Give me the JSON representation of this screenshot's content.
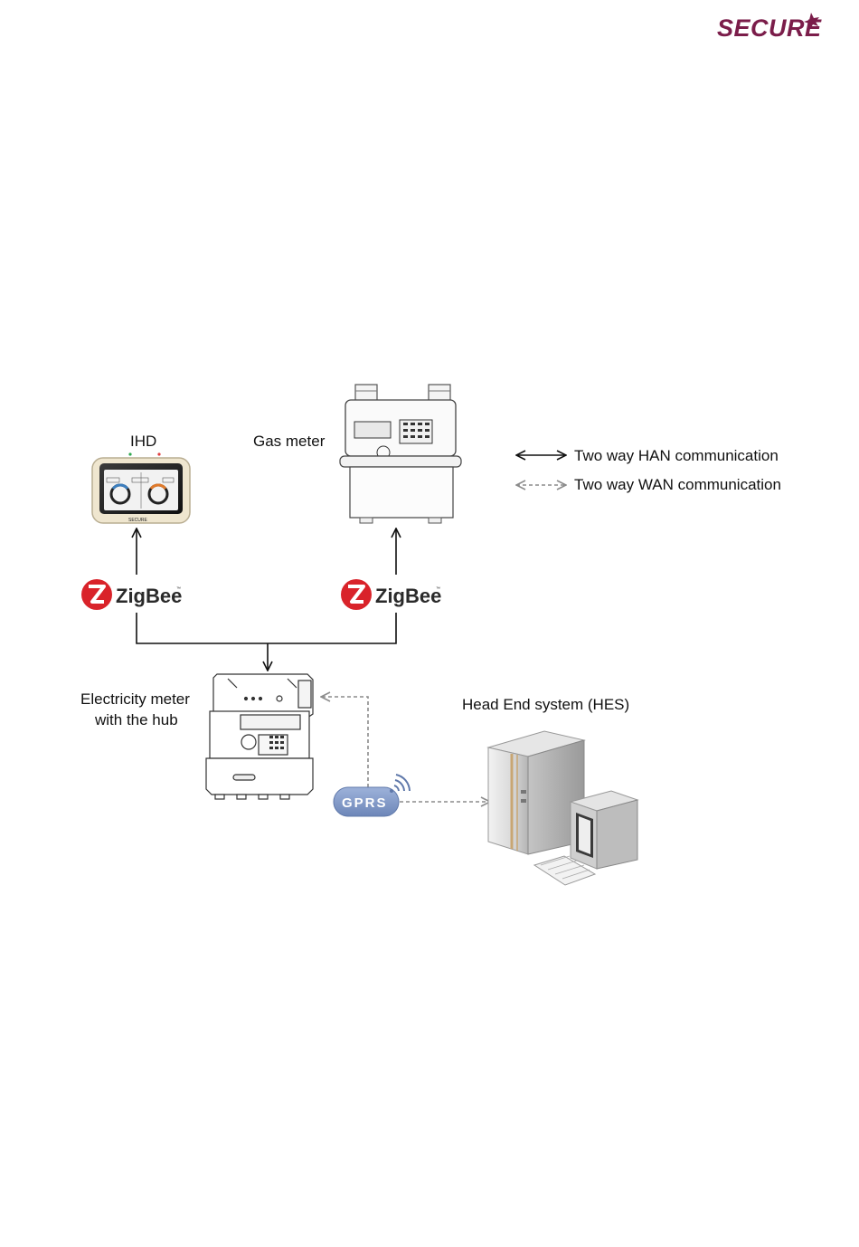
{
  "brand": {
    "logo_text": "SECURE",
    "color": "#7b1d4a"
  },
  "nodes": {
    "ihd": {
      "label": "IHD",
      "device_brand": "SECURE"
    },
    "gas_meter": {
      "label": "Gas meter"
    },
    "electricity_meter": {
      "label_line1": "Electricity meter",
      "label_line2": "with the hub"
    },
    "hes": {
      "label": "Head End system (HES)"
    }
  },
  "protocols": {
    "zigbee_left": {
      "text": "ZigBee",
      "tm": "™",
      "color": "#d9232a"
    },
    "zigbee_right": {
      "text": "ZigBee",
      "tm": "™",
      "color": "#d9232a"
    },
    "gprs": {
      "text": "GPRS",
      "color": "#7f98c6"
    }
  },
  "legend": {
    "han": {
      "label": "Two way HAN communication",
      "style": "solid"
    },
    "wan": {
      "label": "Two way WAN communication",
      "style": "dashed"
    }
  },
  "colors": {
    "han_line": "#111111",
    "wan_line": "#8c8c8c"
  }
}
